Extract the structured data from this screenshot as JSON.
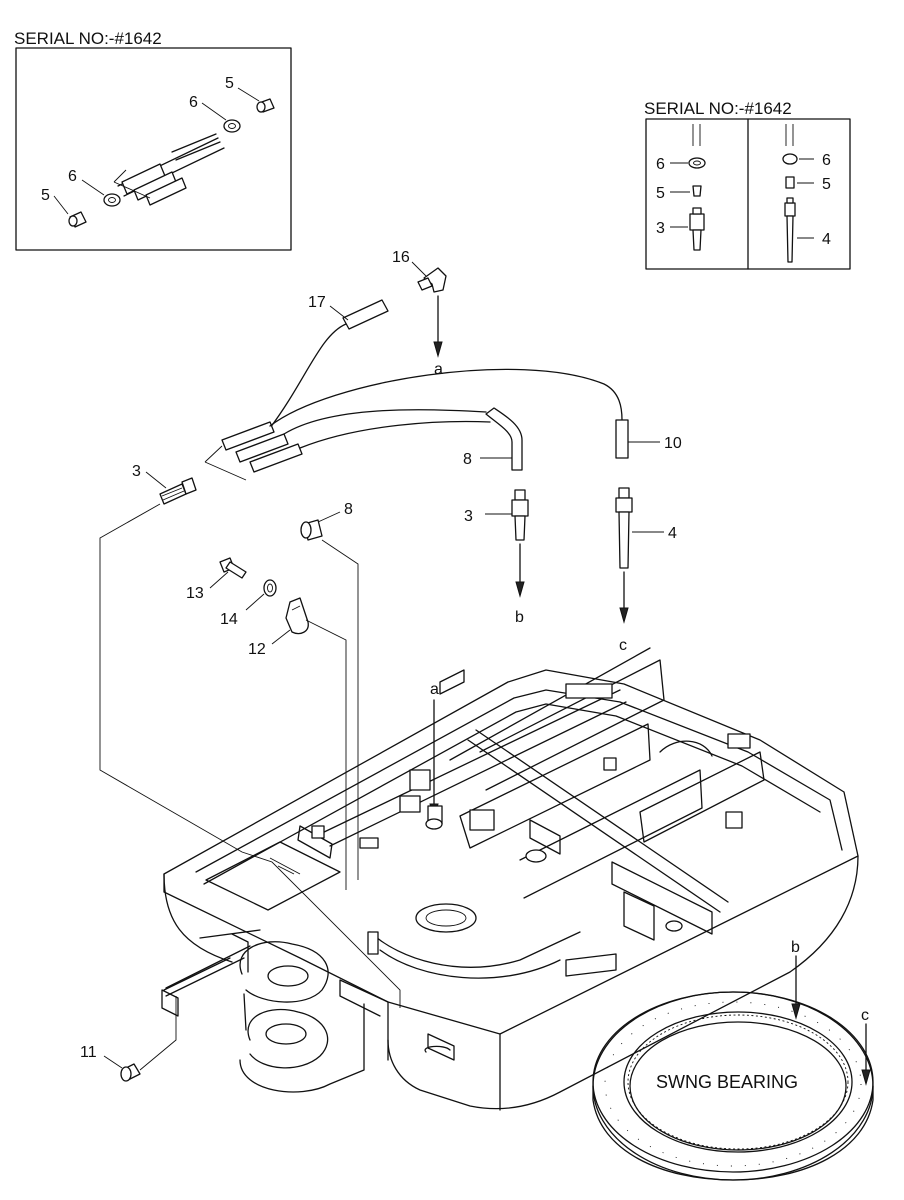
{
  "inset_left": {
    "header": "SERIAL NO:-#1642",
    "labels": {
      "5_top": "5",
      "6_top": "6",
      "6_left": "6",
      "5_left": "5"
    }
  },
  "inset_right": {
    "header": "SERIAL NO:-#1642",
    "labels": {
      "6_a": "6",
      "5_a": "5",
      "3_a": "3",
      "6_b": "6",
      "5_b": "5",
      "4_b": "4"
    }
  },
  "callouts": {
    "p16": "16",
    "p17": "17",
    "a_top": "a",
    "p10": "10",
    "p8_hose": "8",
    "p3_hose": "3",
    "p3_stud": "3",
    "p4_stud": "4",
    "b_arrow": "b",
    "c_arrow": "c",
    "p8_grommet": "8",
    "p13": "13",
    "p14": "14",
    "p12": "12",
    "a_frame": "a",
    "p11": "11",
    "b_bearing": "b",
    "c_bearing": "c"
  },
  "bearing_label": "SWNG BEARING"
}
